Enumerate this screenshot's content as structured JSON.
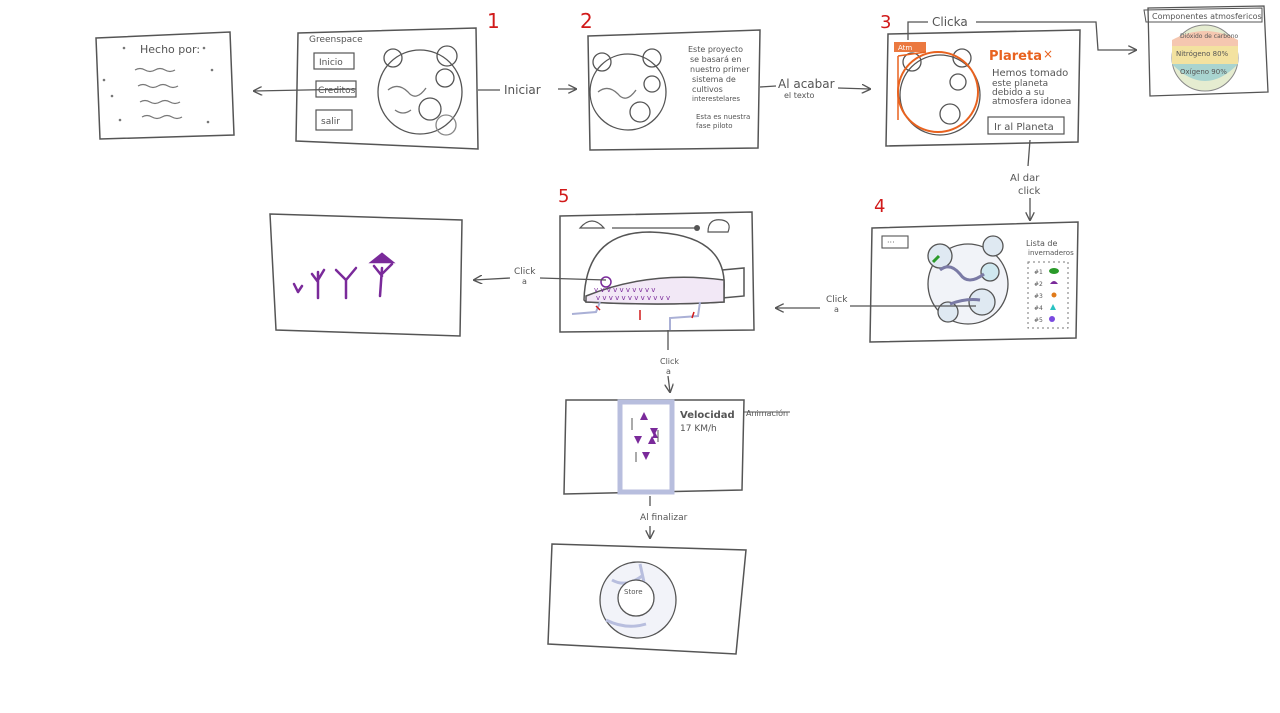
{
  "step_numbers": [
    "1",
    "2",
    "3",
    "4",
    "5"
  ],
  "credits_screen": {
    "title": "Hecho por:"
  },
  "main_menu": {
    "app_name": "Greenspace",
    "buttons": [
      "Inicio",
      "Creditos",
      "salir"
    ]
  },
  "arrows": {
    "start": "Iniciar",
    "text_done_line1": "Al acabar",
    "text_done_line2": "el texto",
    "click_top": "Clicka",
    "on_click_line1": "Al dar",
    "on_click_line2": "click",
    "click_a_left": "Click",
    "click_a_left_2": "a",
    "click_a_mid": "Click",
    "click_a_mid_2": "a",
    "click_a_down": "Click",
    "click_a_down_2": "a",
    "on_finish": "Al finalizar"
  },
  "intro_screen": {
    "lines": [
      "Este proyecto",
      "se basará en",
      "nuestro primer",
      "sistema de",
      "cultivos",
      "interestelares"
    ],
    "lines_b": [
      "Esta es nuestra",
      "fase piloto"
    ]
  },
  "planet_popup": {
    "header": "Plareta",
    "close": "×",
    "body": [
      "Hemos tomado",
      "este planeta",
      "debido a su",
      "atmosfera idonea"
    ],
    "button": "Ir al Planeta",
    "tag": "Atm"
  },
  "atmosphere_panel": {
    "title": "Componentes atmosfericos",
    "layers": [
      "Dióxido de carbono",
      "Nitrógeno 80%",
      "Oxígeno 90%"
    ]
  },
  "greenhouse_list": {
    "title_line1": "Lista de",
    "title_line2": "invernaderos",
    "items": [
      "#1",
      "#2",
      "#3",
      "#4",
      "#5"
    ],
    "menu": "···"
  },
  "travel_screen": {
    "speed_line1": "Velocidad",
    "speed_line2": "17 KM/h",
    "note": "Animación"
  },
  "store_screen": {
    "label": "Store"
  },
  "colors": {
    "ink": "#555555",
    "red_numbers": "#d11a1a",
    "popup_orange": "#e8621f",
    "plants_purple": "#7a2a9a",
    "tube_blue": "#b8bede"
  }
}
